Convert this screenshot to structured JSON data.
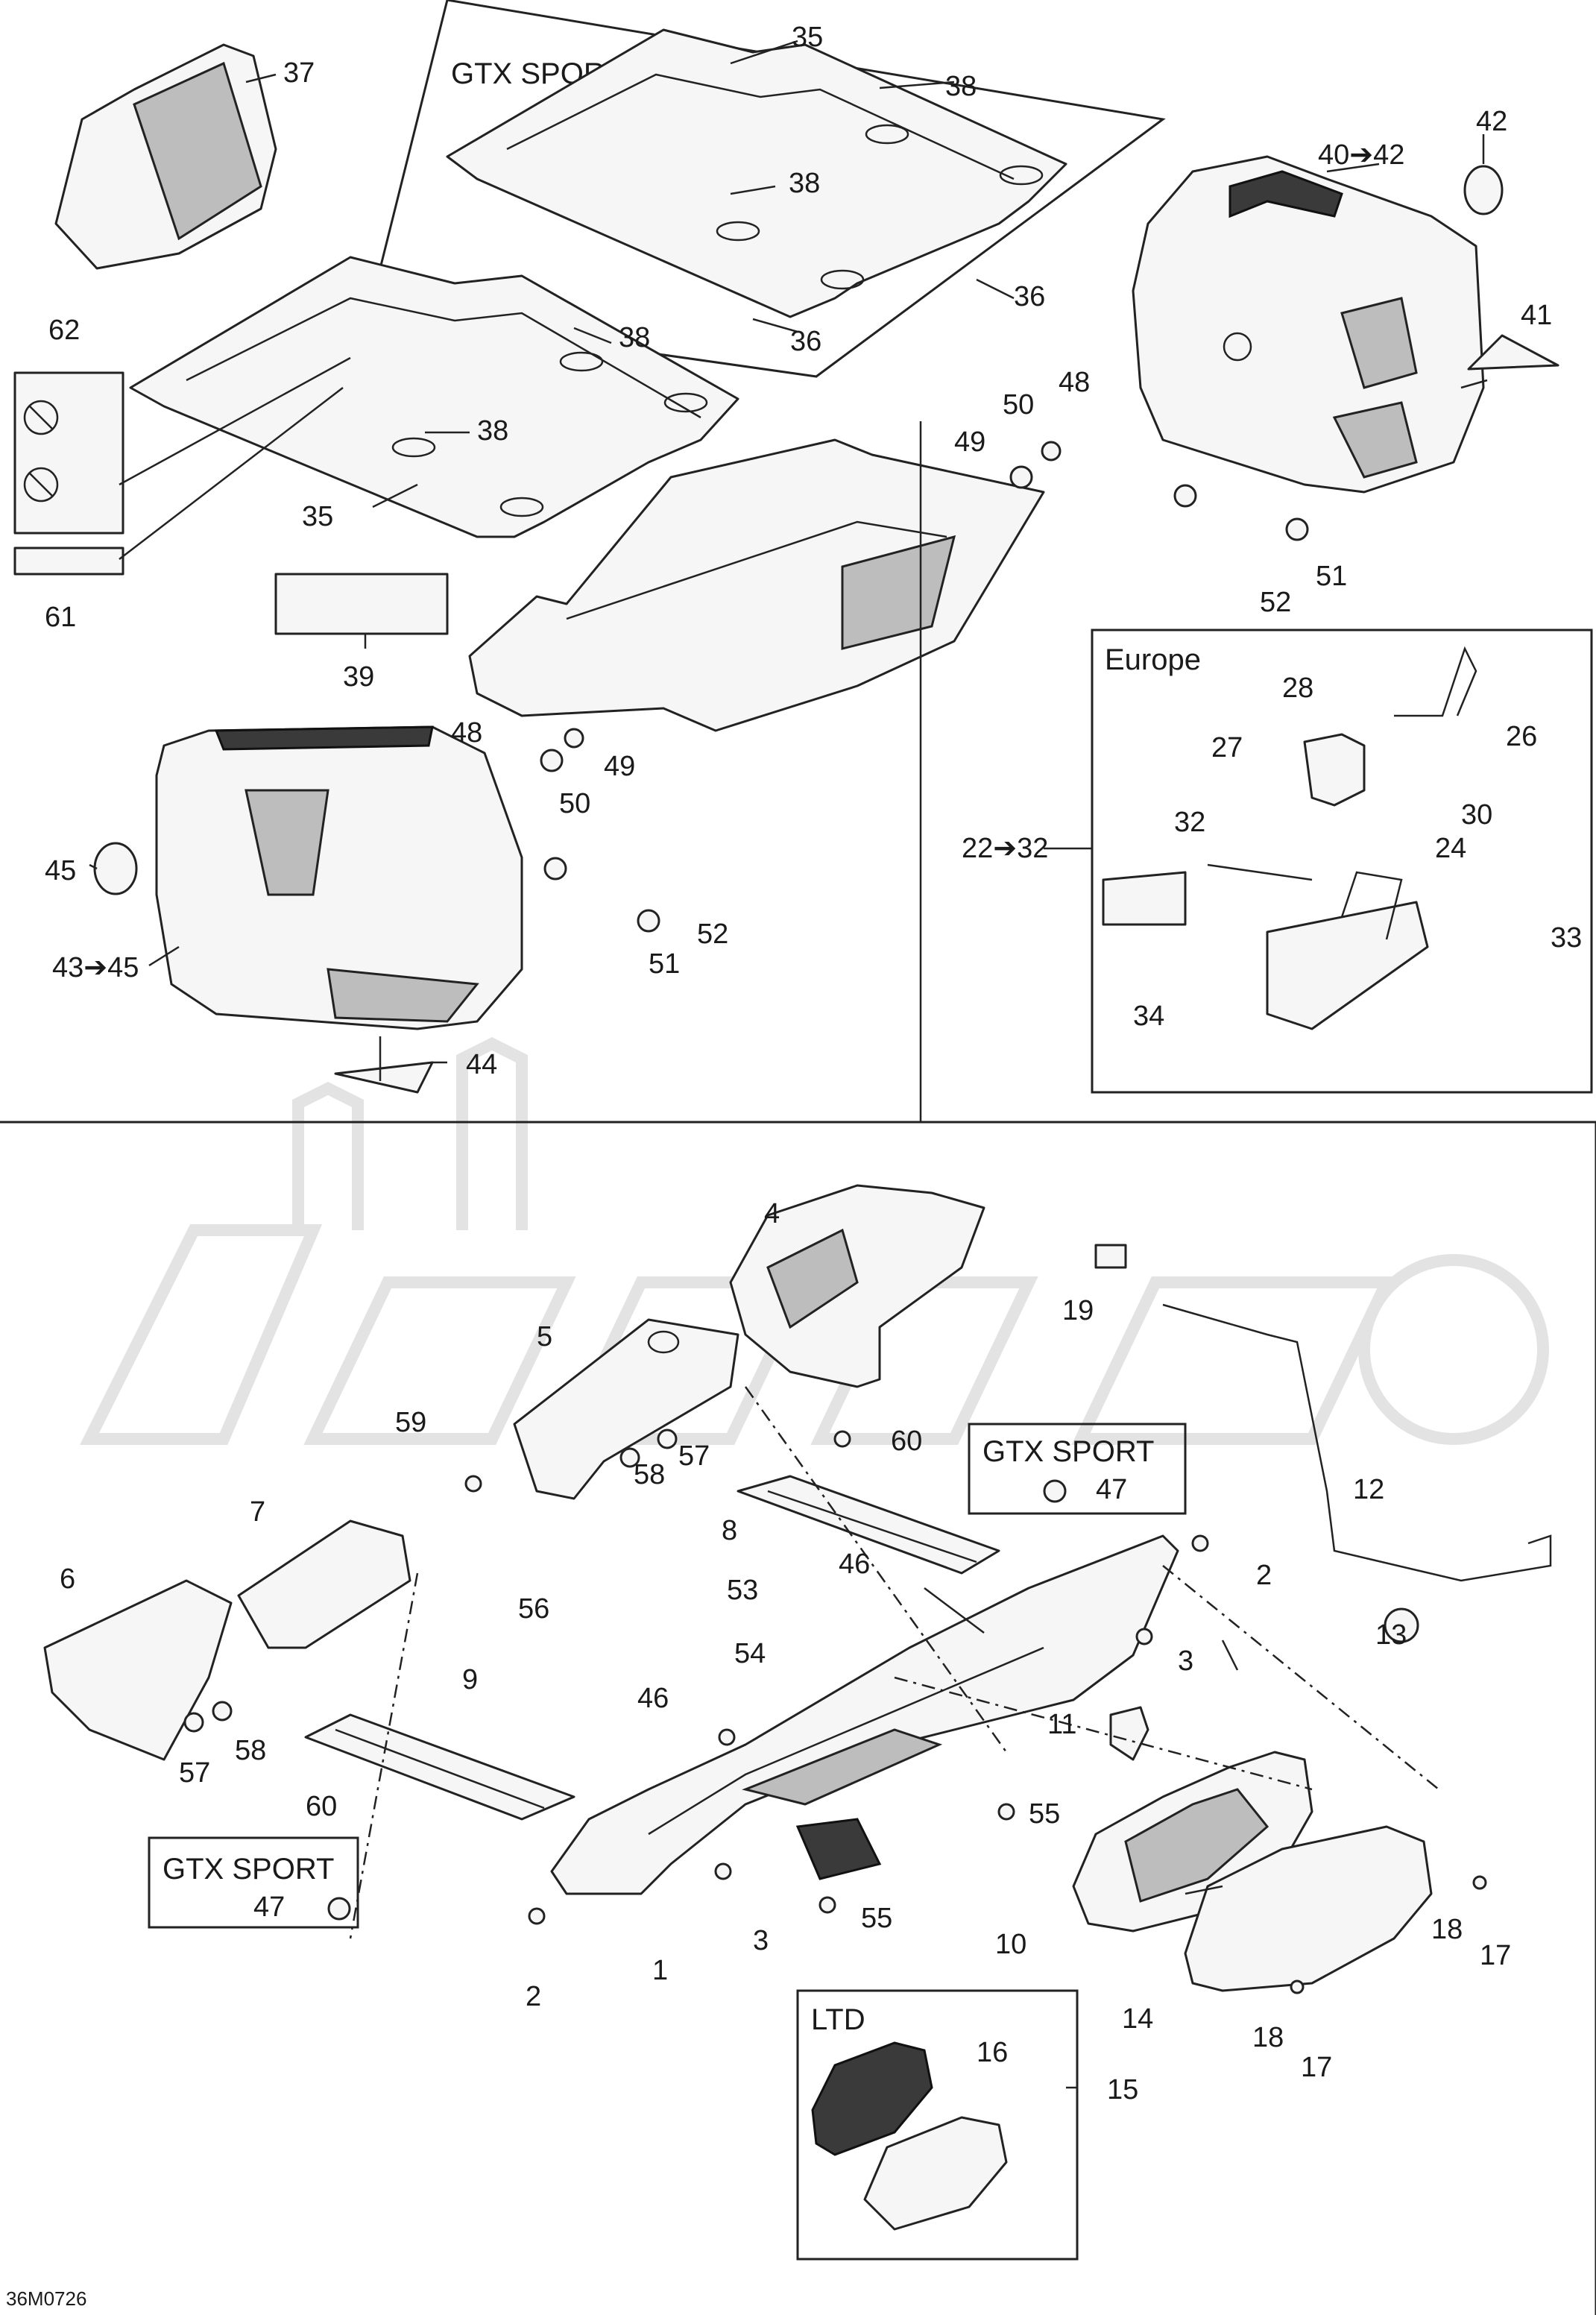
{
  "diagram_code": "36M0726",
  "groups": {
    "gtx_sport_top": "GTX SPORT",
    "europe": "Europe",
    "gtx_sport_mid": "GTX SPORT",
    "gtx_sport_low": "GTX SPORT",
    "ltd": "LTD"
  },
  "callouts": {
    "c1": "1",
    "c2a": "2",
    "c2b": "2",
    "c3a": "3",
    "c3b": "3",
    "c4": "4",
    "c5": "5",
    "c6": "6",
    "c7": "7",
    "c8": "8",
    "c9": "9",
    "c10": "10",
    "c11": "11",
    "c12": "12",
    "c13": "13",
    "c14": "14",
    "c15": "15",
    "c16": "16",
    "c17a": "17",
    "c17b": "17",
    "c18a": "18",
    "c18b": "18",
    "c19": "19",
    "c22_32": "22➔32",
    "c24": "24",
    "c26": "26",
    "c27": "27",
    "c28": "28",
    "c30": "30",
    "c32": "32",
    "c33": "33",
    "c34": "34",
    "c35a": "35",
    "c35b": "35",
    "c36a": "36",
    "c36b": "36",
    "c37": "37",
    "c38a": "38",
    "c38b": "38",
    "c38c": "38",
    "c38d": "38",
    "c39": "39",
    "c40_42": "40➔42",
    "c41": "41",
    "c42": "42",
    "c43_45": "43➔45",
    "c44": "44",
    "c45": "45",
    "c46a": "46",
    "c46b": "46",
    "c47a": "47",
    "c47b": "47",
    "c48a": "48",
    "c48b": "48",
    "c49a": "49",
    "c49b": "49",
    "c50a": "50",
    "c50b": "50",
    "c51a": "51",
    "c51b": "51",
    "c52a": "52",
    "c52b": "52",
    "c53": "53",
    "c54": "54",
    "c55a": "55",
    "c55b": "55",
    "c56": "56",
    "c57a": "57",
    "c57b": "57",
    "c58a": "58",
    "c58b": "58",
    "c59": "59",
    "c60a": "60",
    "c60b": "60",
    "c61": "61",
    "c62": "62"
  }
}
